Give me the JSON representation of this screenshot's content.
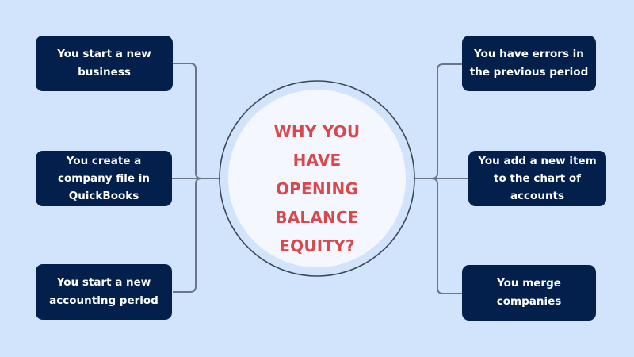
{
  "diagram": {
    "type": "mind-map",
    "center": {
      "title_lines": [
        "WHY YOU",
        "HAVE OPENING",
        "BALANCE",
        "EQUITY?"
      ]
    },
    "left_nodes": [
      {
        "id": "L1",
        "lines": [
          "You start a new",
          "business"
        ]
      },
      {
        "id": "L2",
        "lines": [
          "You create a",
          "company file in",
          "QuickBooks"
        ]
      },
      {
        "id": "L3",
        "lines": [
          "You start a new",
          "accounting period"
        ]
      }
    ],
    "right_nodes": [
      {
        "id": "R1",
        "lines": [
          "You have errors in",
          "the previous period"
        ]
      },
      {
        "id": "R2",
        "lines": [
          "You add a new item",
          "to the chart of",
          "accounts"
        ]
      },
      {
        "id": "R3",
        "lines": [
          "You merge",
          "companies"
        ]
      }
    ],
    "colors": {
      "background": "#d2e4fb",
      "node_fill": "#03204d",
      "node_text": "#ffffff",
      "center_fill": "#f4f8fe",
      "center_ring": "#3d4652",
      "center_text": "#d9484d",
      "connector": "#6b7686"
    }
  }
}
